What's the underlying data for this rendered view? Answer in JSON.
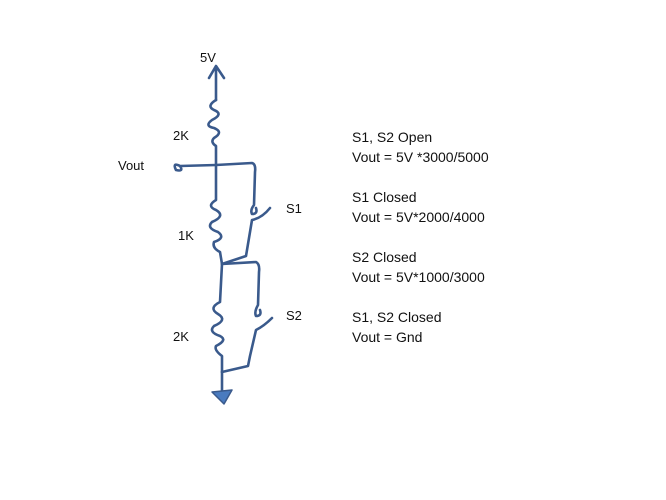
{
  "diagram": {
    "type": "hand-drawn circuit schematic",
    "wire_color": "#3a5a8c",
    "ground_fill": "#4a7bbf",
    "labels": {
      "supply": "5V",
      "r_top": "2K",
      "output": "Vout",
      "r_mid": "1K",
      "switch1": "S1",
      "r_bottom": "2K",
      "switch2": "S2"
    },
    "components": [
      {
        "id": "supply",
        "kind": "arrow-up",
        "label": "5V"
      },
      {
        "id": "R1",
        "kind": "resistor",
        "value": "2K"
      },
      {
        "id": "node_vout",
        "kind": "terminal",
        "label": "Vout"
      },
      {
        "id": "R2",
        "kind": "resistor",
        "value": "1K",
        "bypassed_by": "S1"
      },
      {
        "id": "S1",
        "kind": "switch"
      },
      {
        "id": "R3",
        "kind": "resistor",
        "value": "2K",
        "bypassed_by": "S2"
      },
      {
        "id": "S2",
        "kind": "switch"
      },
      {
        "id": "gnd",
        "kind": "ground"
      }
    ]
  },
  "notes": [
    {
      "condition": "S1, S2 Open",
      "formula": "Vout = 5V *3000/5000"
    },
    {
      "condition": "S1 Closed",
      "formula": "Vout = 5V*2000/4000"
    },
    {
      "condition": "S2 Closed",
      "formula": "Vout = 5V*1000/3000"
    },
    {
      "condition": "S1, S2 Closed",
      "formula": "Vout = Gnd"
    }
  ]
}
